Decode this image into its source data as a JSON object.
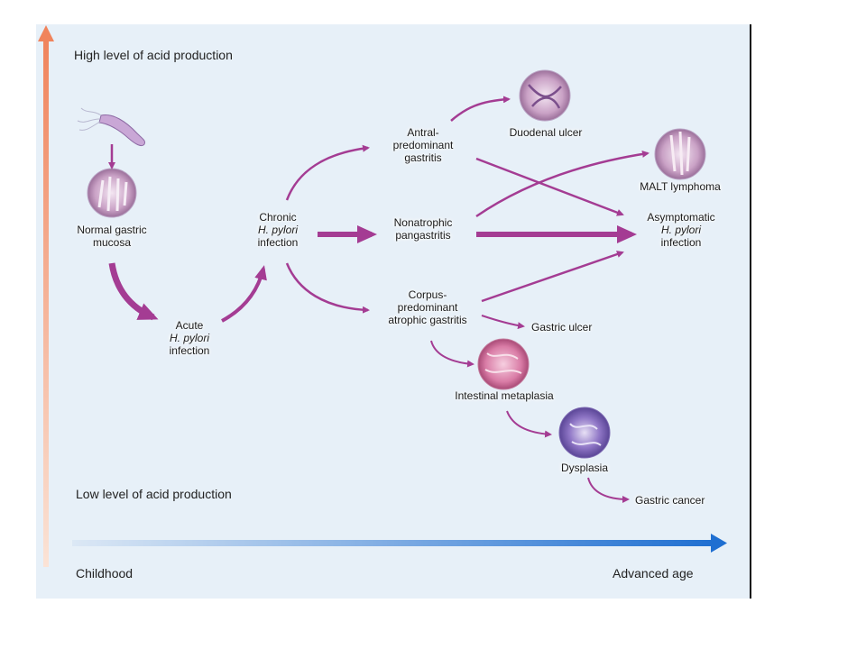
{
  "axis": {
    "top_label": "High level of acid production",
    "bottom_label": "Low level of acid production",
    "x_start": "Childhood",
    "x_end": "Advanced age",
    "y_color": "#f0845c",
    "x_color": "#1f6fd1"
  },
  "nodes": {
    "normal": {
      "line1": "Normal gastric",
      "line2": "mucosa"
    },
    "acute": {
      "line1": "Acute",
      "line2": "H. pylori",
      "line3": "infection"
    },
    "chronic": {
      "line1": "Chronic",
      "line2": "H. pylori",
      "line3": "infection"
    },
    "antral": {
      "line1": "Antral-",
      "line2": "predominant",
      "line3": "gastritis"
    },
    "nonatrophic": {
      "line1": "Nonatrophic",
      "line2": "pangastritis"
    },
    "corpus": {
      "line1": "Corpus-",
      "line2": "predominant",
      "line3": "atrophic gastritis"
    },
    "duodenal": {
      "label": "Duodenal ulcer"
    },
    "malt": {
      "label": "MALT lymphoma"
    },
    "asymptomatic": {
      "line1": "Asymptomatic",
      "line2": "H. pylori",
      "line3": "infection"
    },
    "gastric_ulcer": {
      "label": "Gastric ulcer"
    },
    "metaplasia": {
      "label": "Intestinal metaplasia"
    },
    "dysplasia": {
      "label": "Dysplasia"
    },
    "cancer": {
      "label": "Gastric cancer"
    }
  },
  "colors": {
    "arrow": "#a43c93",
    "panel": "#e7f0f8"
  }
}
